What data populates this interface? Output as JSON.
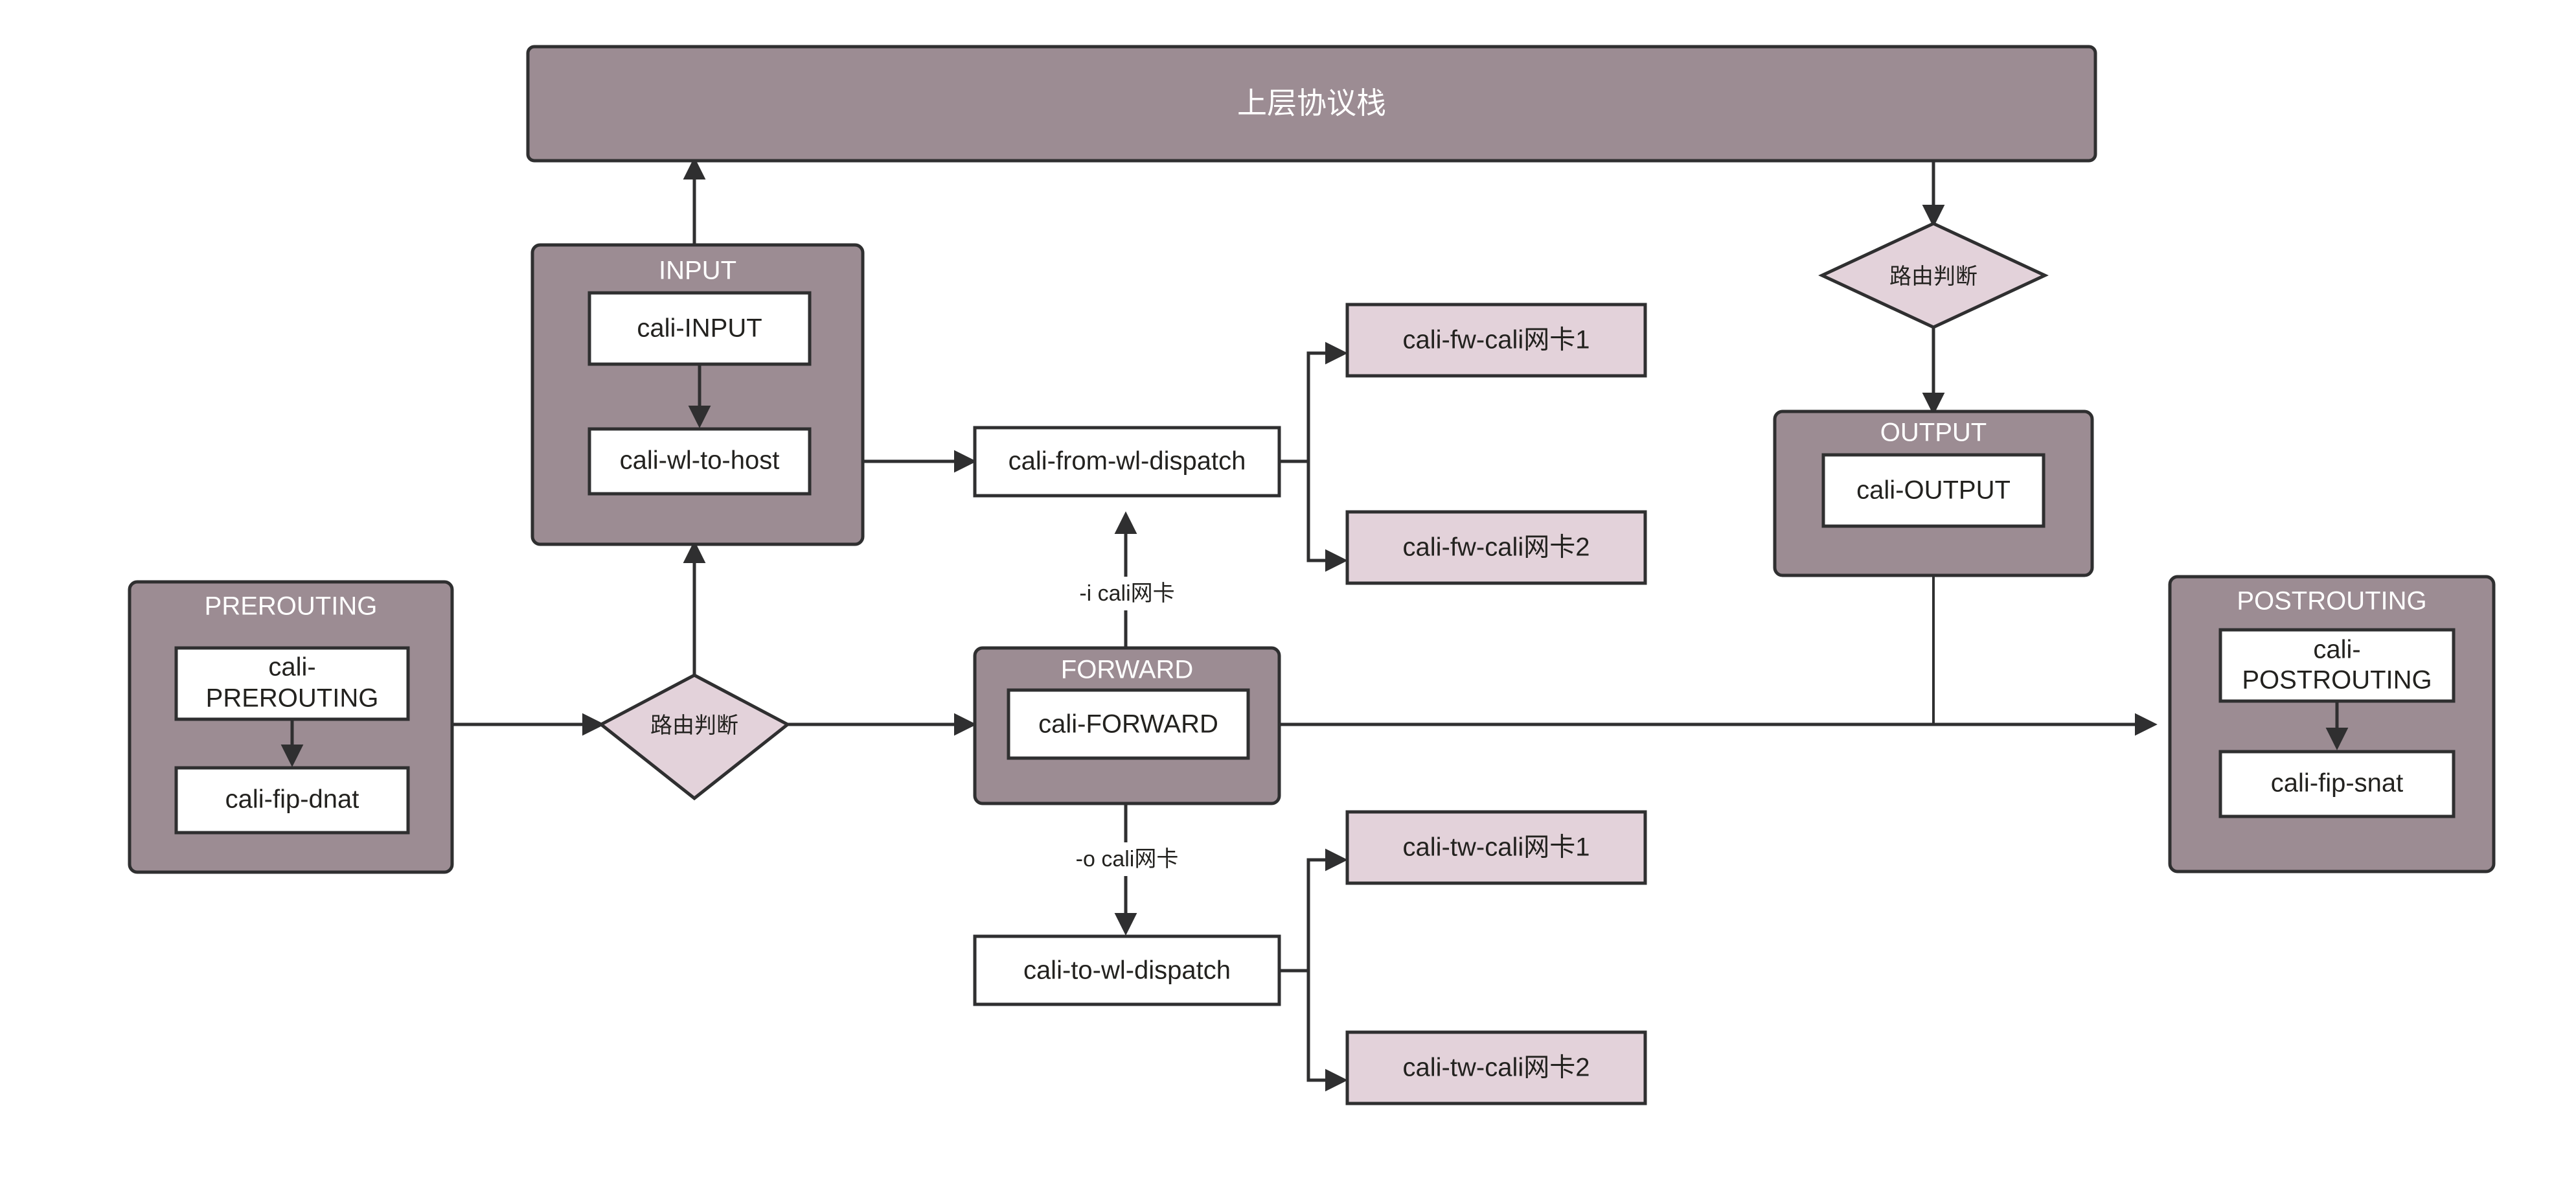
{
  "banner": {
    "label": "上层协议栈"
  },
  "groups": {
    "prerouting": {
      "title": "PREROUTING",
      "chains": [
        {
          "line1": "cali-",
          "line2": "PREROUTING"
        },
        {
          "line1": "cali-fip-dnat",
          "line2": ""
        }
      ]
    },
    "input": {
      "title": "INPUT",
      "chains": [
        {
          "line1": "cali-INPUT",
          "line2": ""
        },
        {
          "line1": "cali-wl-to-host",
          "line2": ""
        }
      ]
    },
    "forward": {
      "title": "FORWARD",
      "chains": [
        {
          "line1": "cali-FORWARD",
          "line2": ""
        }
      ]
    },
    "output": {
      "title": "OUTPUT",
      "chains": [
        {
          "line1": "cali-OUTPUT",
          "line2": ""
        }
      ]
    },
    "postrouting": {
      "title": "POSTROUTING",
      "chains": [
        {
          "line1": "cali-",
          "line2": "POSTROUTING"
        },
        {
          "line1": "cali-fip-snat",
          "line2": ""
        }
      ]
    }
  },
  "decisions": {
    "left": "路由判断",
    "right": "路由判断"
  },
  "dispatch": {
    "from_wl": "cali-from-wl-dispatch",
    "to_wl": "cali-to-wl-dispatch"
  },
  "policy_chains": {
    "fw1": "cali-fw-cali网卡1",
    "fw2": "cali-fw-cali网卡2",
    "tw1": "cali-tw-cali网卡1",
    "tw2": "cali-tw-cali网卡2"
  },
  "edge_labels": {
    "in_iface": "-i cali网卡",
    "out_iface": "-o cali网卡"
  },
  "colors": {
    "group_fill": "#9c8c93",
    "pink_fill": "#e3d2da",
    "stroke": "#2f2f30",
    "chain_fill": "#ffffff",
    "page_bg": "#ffffff"
  }
}
